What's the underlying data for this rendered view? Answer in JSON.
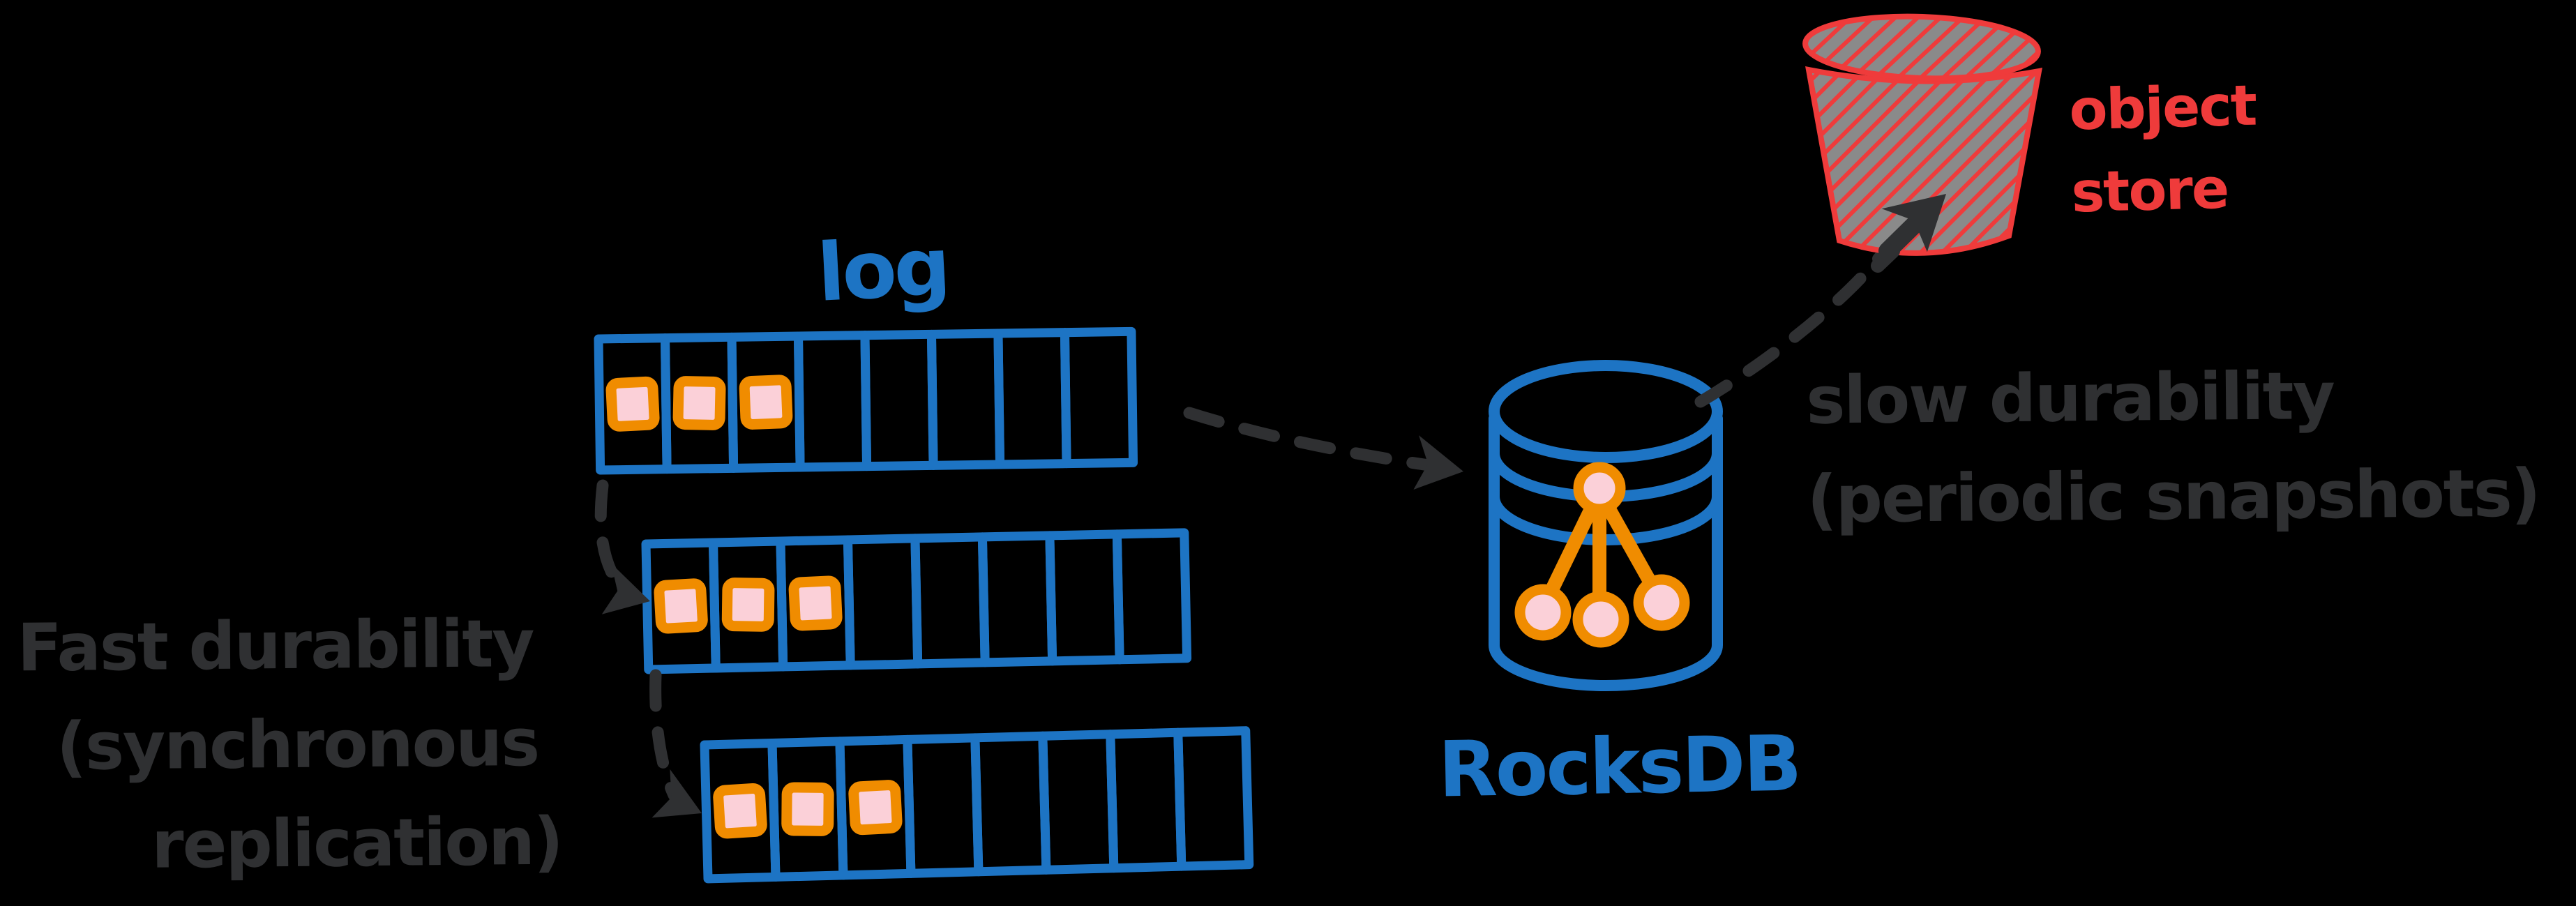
{
  "labels": {
    "log": "log",
    "rocksdb": "RocksDB",
    "object_store": {
      "line1": "object",
      "line2": "store"
    },
    "fast_durability": {
      "line1": "Fast durability",
      "line2": "(synchronous",
      "line3": "replication)"
    },
    "slow_durability": {
      "line1": "slow durability",
      "line2": "(periodic snapshots)"
    }
  },
  "colors": {
    "background": "#000000",
    "blue": "#1d74c4",
    "orange": "#f08c00",
    "pink": "#fbd0d8",
    "red": "#ef3b3b",
    "bucket_gray": "#8a8a8a",
    "ink": "#2f3032"
  },
  "diagram": {
    "log_rows": [
      {
        "name": "log-row-1",
        "cells": 8,
        "filled_cells": 3
      },
      {
        "name": "log-row-2",
        "cells": 8,
        "filled_cells": 3
      },
      {
        "name": "log-row-3",
        "cells": 8,
        "filled_cells": 3
      }
    ],
    "arrows": [
      {
        "from": "log-row-1",
        "to": "rocksdb",
        "style": "dashed"
      },
      {
        "from": "rocksdb",
        "to": "object-store",
        "style": "dashed"
      },
      {
        "from": "log-row-1",
        "to": "log-row-2",
        "style": "dashed"
      },
      {
        "from": "log-row-2",
        "to": "log-row-3",
        "style": "dashed"
      }
    ],
    "icons": [
      "rocksdb-cylinder",
      "lsm-tree",
      "object-store-bucket"
    ]
  }
}
